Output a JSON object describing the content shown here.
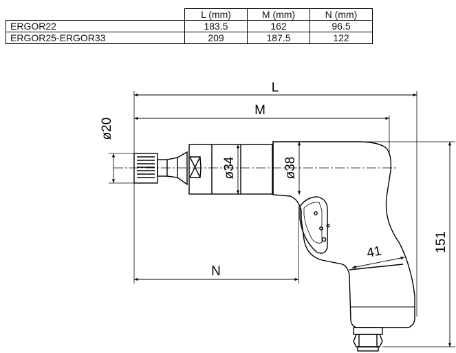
{
  "table": {
    "headers": [
      "",
      "L (mm)",
      "M (mm)",
      "N (mm)"
    ],
    "rows": [
      {
        "name": "ERGOR22",
        "L": "183.5",
        "M": "162",
        "N": "96.5"
      },
      {
        "name": "ERGOR25-ERGOR33",
        "L": "209",
        "M": "187.5",
        "N": "122"
      }
    ]
  },
  "drawing": {
    "dim_L": "L",
    "dim_M": "M",
    "dim_N": "N",
    "dim_20": "ø20",
    "dim_34": "ø34",
    "dim_38": "ø38",
    "dim_41": "41",
    "dim_151": "151"
  }
}
